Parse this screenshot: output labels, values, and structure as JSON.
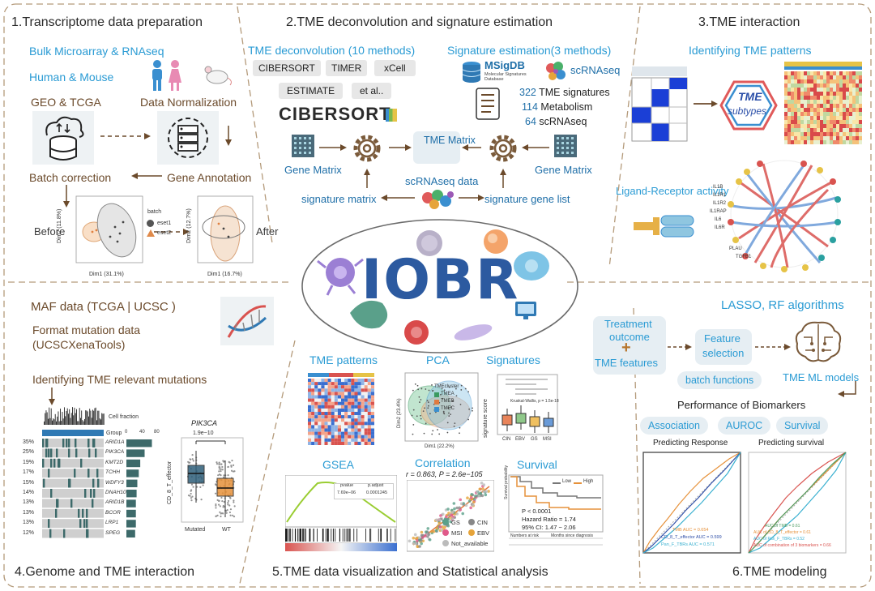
{
  "sections": {
    "s1": "1.Transcriptome data preparation",
    "s2": "2.TME deconvolution and signature estimation",
    "s3": "3.TME interaction",
    "s4": "4.Genome and TME interaction",
    "s5": "5.TME data visualization and Statistical analysis",
    "s6": "6.TME modeling"
  },
  "panel1": {
    "bulk": "Bulk Microarray & RNAseq",
    "species": "Human & Mouse",
    "geo": "GEO & TCGA",
    "normalization": "Data Normalization",
    "batch_correction": "Batch correction",
    "gene_annotation": "Gene Annotation",
    "before": "Before",
    "after": "After",
    "legend_title": "batch",
    "legend_items": [
      "eset1",
      "eset2"
    ],
    "pca_before_x": "Dim1 (31.1%)",
    "pca_before_y": "Dim2 (11.8%)",
    "pca_after_x": "Dim1 (16.7%)",
    "pca_after_y": "Dim2 (12.7%)"
  },
  "panel2": {
    "deconv_title": "TME deconvolution (10 methods)",
    "methods": [
      "CIBERSORT",
      "TIMER",
      "xCell",
      "ESTIMATE",
      "et al.."
    ],
    "cibersort_logo": "CIBERSORT",
    "sig_title": "Signature estimation(3 methods)",
    "msigdb": "MSigDB",
    "msigdb_sub": "Molecular Signatures Database",
    "scrnaseq": "scRNAseq",
    "counts": [
      {
        "num": "322",
        "label": "TME signatures"
      },
      {
        "num": "114",
        "label": "Metabolism"
      },
      {
        "num": "64",
        "label": "scRNAseq"
      }
    ],
    "gene_matrix_left": "Gene Matrix",
    "gene_matrix_right": "Gene Matrix",
    "tme_matrix": "TME Matrix",
    "scrnaseq_data": "scRNAseq data",
    "signature_matrix": "signature matrix",
    "signature_gene_list": "signature gene list"
  },
  "center": {
    "logo": "IOBR"
  },
  "panel3": {
    "identifying": "Identifying TME patterns",
    "tme": "TME",
    "subtypes": "subtypes",
    "ligand": "Ligand-Receptor activity",
    "network_labels": [
      "IL1B",
      "IL1R1",
      "IL1R2",
      "IL1RAP",
      "IL6",
      "IL6R",
      "PLAU",
      "TGFB1"
    ]
  },
  "panel4": {
    "maf": "MAF data (TCGA | UCSC )",
    "format": "Format mutation data",
    "ucsc": "(UCSCXenaTools)",
    "identifying": "Identifying TME relevant mutations",
    "cell_fraction": "Cell fraction",
    "group": "Group",
    "axis_ticks": [
      "0",
      "40",
      "80"
    ],
    "genes": [
      {
        "pct": "35%",
        "gene": "ARID1A",
        "val": 35
      },
      {
        "pct": "25%",
        "gene": "PIK3CA",
        "val": 25
      },
      {
        "pct": "19%",
        "gene": "KMT2D",
        "val": 19
      },
      {
        "pct": "17%",
        "gene": "TCHH",
        "val": 17
      },
      {
        "pct": "15%",
        "gene": "WDFY3",
        "val": 15
      },
      {
        "pct": "14%",
        "gene": "DNAH10",
        "val": 14
      },
      {
        "pct": "13%",
        "gene": "ARID1B",
        "val": 13
      },
      {
        "pct": "13%",
        "gene": "BCOR",
        "val": 13
      },
      {
        "pct": "13%",
        "gene": "LRP1",
        "val": 13
      },
      {
        "pct": "12%",
        "gene": "SPEG",
        "val": 12
      }
    ],
    "boxplot_title": "PIK3CA",
    "boxplot_p": "1.9e−10",
    "boxplot_y": "CD_8_T_effector",
    "boxplot_x": [
      "Mutated",
      "WT"
    ]
  },
  "panel5": {
    "tme_patterns": "TME patterns",
    "pca": "PCA",
    "signatures": "Signatures",
    "gsea": "GSEA",
    "correlation": "Correlation",
    "survival": "Survival",
    "pca_legend_title": "TMEcluster",
    "pca_legend": [
      "TMEA",
      "TMEB",
      "TMEC"
    ],
    "pca_x": "Dim1 (22.2%)",
    "pca_y": "Dim2 (23.4%)",
    "sig_y": "signature score",
    "sig_x": [
      "CIN",
      "EBV",
      "GS",
      "MSI"
    ],
    "sig_kw": "Kruskal-Wallis, p = 1.5e-18",
    "gsea_cols": [
      "pvalue",
      "p.adjust"
    ],
    "gsea_vals": [
      "7.69e−06",
      "0.0001245"
    ],
    "corr_stat": "r = 0.863,  P = 2.6e−105",
    "corr_legend": [
      "GS",
      "CIN",
      "MSI",
      "EBV",
      "Not_available"
    ],
    "surv_legend": [
      "Low",
      "High"
    ],
    "surv_p": "P < 0.0001",
    "surv_hr": "Hazard Ratio = 1.74",
    "surv_ci": "95% CI: 1.47 − 2.06",
    "surv_y": "Survival probability",
    "surv_risk": "Numbers at risk",
    "surv_x": "Months since diagnosis"
  },
  "panel6": {
    "treatment": "Treatment",
    "outcome": "outcome",
    "tme_features": "TME features",
    "feature": "Feature",
    "selection": "selection",
    "batch_functions": "batch functions",
    "lasso": "LASSO, RF algorithms",
    "tme_ml": "TME ML models",
    "perf": "Performance of Biomarkers",
    "tags": [
      "Association",
      "AUROC",
      "Survival"
    ],
    "pred_response": "Predicting Response",
    "pred_survival": "Predicting survival",
    "roc1_legend": [
      "TMB  AUC = 0.654",
      "CD_8_T_effector  AUC = 0.599",
      "Pan_F_TBRs  AUC = 0.571"
    ],
    "roc2_legend": [
      "AUC of TMB = 0.61",
      "AUC of CD_8_T_effector = 0.61",
      "AUC of Pan_F_TBRs = 0.52",
      "AUC of combination of 3 biomarkers = 0.66"
    ]
  }
}
